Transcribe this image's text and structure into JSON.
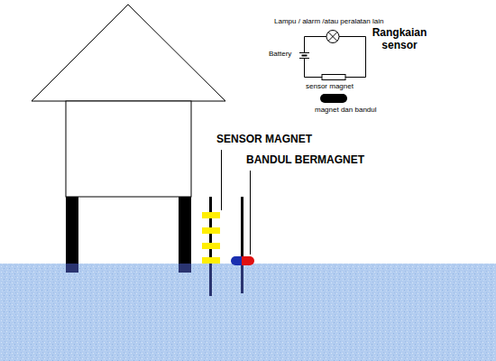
{
  "diagram": {
    "labels": [
      "Lampu / alarm /atau peralatan lain",
      "Battery",
      "sensor magnet",
      "magnet dan bandul",
      "Rangkaian sensor",
      "SENSOR MAGNET",
      "BANDUL BERMAGNET"
    ]
  }
}
